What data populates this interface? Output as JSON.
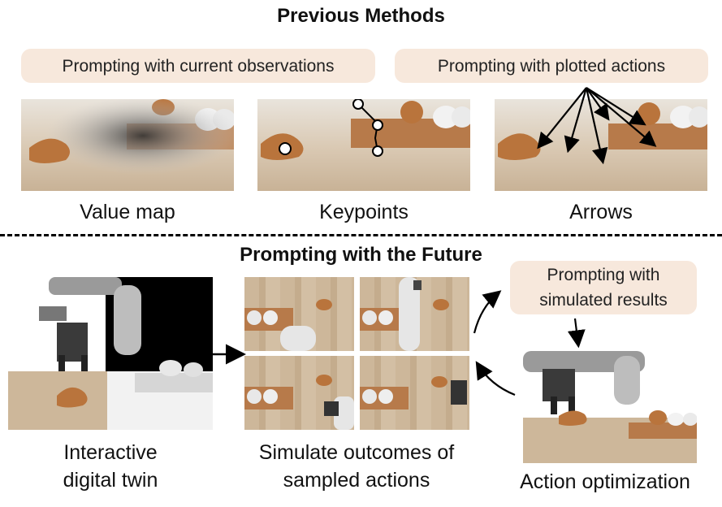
{
  "sections": {
    "previous_title": "Previous Methods",
    "future_title": "Prompting with the Future"
  },
  "prompts": {
    "current_obs": "Prompting with current observations",
    "plotted_actions": "Prompting with plotted actions",
    "simulated_results": "Prompting with simulated results"
  },
  "captions": {
    "value_map": "Value map",
    "keypoints": "Keypoints",
    "arrows": "Arrows",
    "digital_twin_line1": "Interactive",
    "digital_twin_line2": "digital twin",
    "simulate_line1": "Simulate outcomes of",
    "simulate_line2": "sampled actions",
    "action_opt": "Action optimization"
  },
  "colors": {
    "pill_bg": "#f7e8dc",
    "shoe": "#b9743c",
    "box": "#b77a4a",
    "arrow": "#000000"
  }
}
